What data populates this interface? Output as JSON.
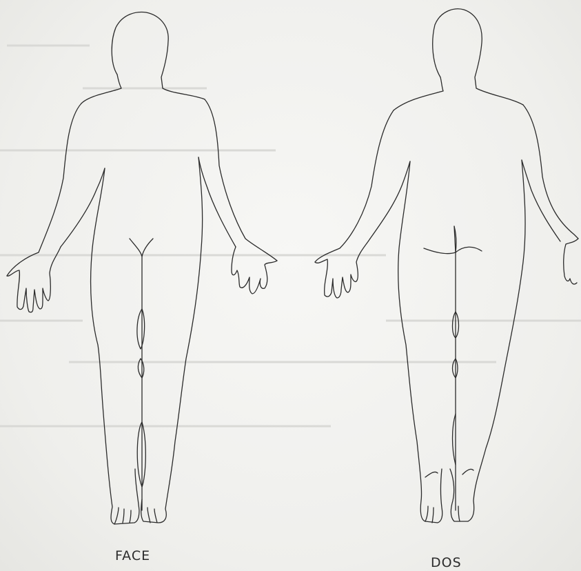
{
  "diagram": {
    "front_view": {
      "caption": "FACE",
      "icon": "human-body-front-outline"
    },
    "back_view": {
      "caption": "DOS",
      "icon": "human-body-back-outline"
    }
  },
  "colors": {
    "line": "#2a2a2a",
    "paper": "#f3f3f1"
  }
}
